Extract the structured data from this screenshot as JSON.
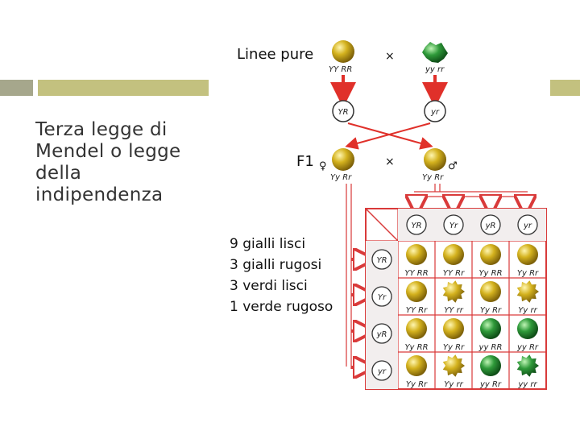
{
  "slide": {
    "title": "Terza legge di Mendel o legge della indipendenza"
  },
  "diagram": {
    "parental_label": "Linee pure",
    "cross_symbol": "×",
    "parent1_genotype": "YY RR",
    "parent2_genotype": "yy rr",
    "gamete1": "YR",
    "gamete2": "yr",
    "f1_label": "F1",
    "female_symbol": "♀",
    "male_symbol": "♂",
    "f1_female_genotype": "Yy Rr",
    "f1_male_genotype": "Yy Rr",
    "gametes": [
      "YR",
      "Yr",
      "yR",
      "yr"
    ],
    "grid_genotypes": [
      [
        "YY RR",
        "YY Rr",
        "Yy RR",
        "Yy Rr"
      ],
      [
        "YY Rr",
        "YY rr",
        "Yy Rr",
        "Yy rr"
      ],
      [
        "Yy RR",
        "Yy Rr",
        "yy RR",
        "yy Rr"
      ],
      [
        "Yy Rr",
        "Yy rr",
        "yy Rr",
        "yy rr"
      ]
    ],
    "ratio_lines": [
      "9 gialli lisci",
      "3 gialli rugosi",
      "3 verdi lisci",
      "1 verde rugoso"
    ],
    "colors": {
      "yellow_seed": "#c9a820",
      "green_seed": "#2f9a3a",
      "arrow": "#e0302a",
      "grid_line": "#d93a3a"
    }
  }
}
